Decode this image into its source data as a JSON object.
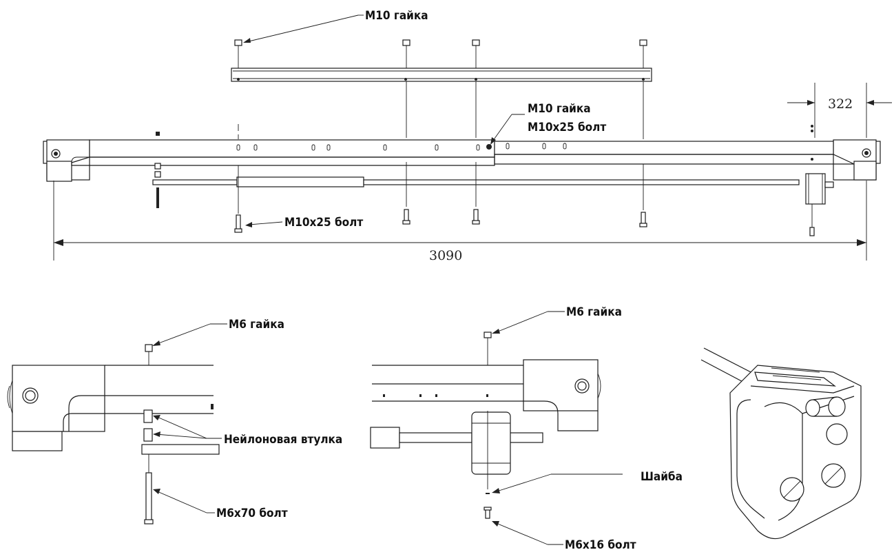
{
  "labels": {
    "m10_nut_top": "M10 гайка",
    "m10_nut_joint": "M10 гайка",
    "m10x25_bolt_joint": "M10x25 болт",
    "m10x25_bolt_bottom": "M10x25 болт",
    "m6_nut_left": "M6 гайка",
    "m6_nut_right": "M6 гайка",
    "nylon_bushing": "Нейлоновая втулка",
    "m6x70_bolt": "M6x70 болт",
    "washer": "Шайба",
    "m6x16_bolt": "M6x16 болт"
  },
  "dimensions": {
    "overall_length": "3090",
    "end_offset": "322"
  }
}
